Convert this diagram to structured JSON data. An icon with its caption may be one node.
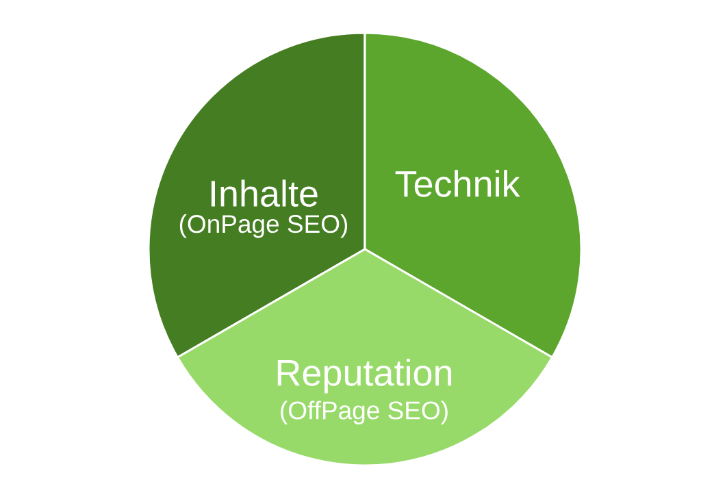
{
  "diagram": {
    "nodes": [
      {
        "text": [
          "Inhalte",
          "(OnPage SEO)"
        ]
      },
      {
        "text": [
          "Technik"
        ]
      },
      {
        "text": [
          "Reputation",
          "(OffPage SEO)"
        ]
      }
    ]
  }
}
